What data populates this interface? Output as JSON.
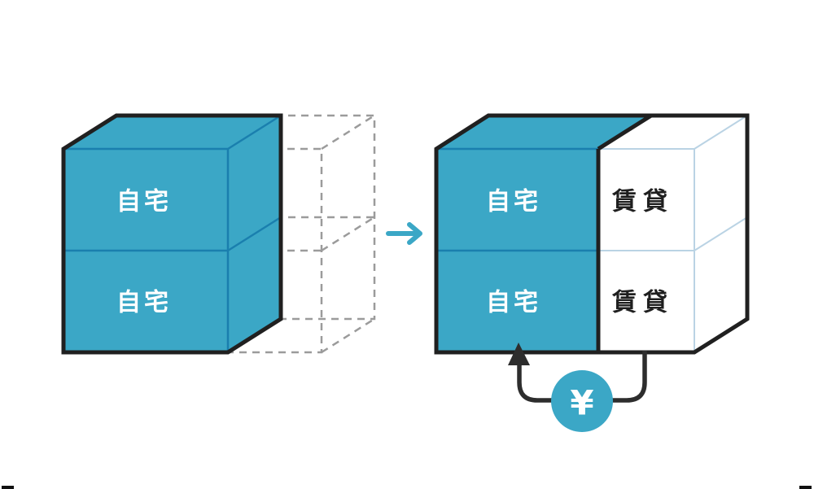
{
  "colors": {
    "teal": "#3BA7C6",
    "teal_divider": "#1A7FAE",
    "light_line": "#BAD3E4",
    "outline": "#202020",
    "dashed_gray": "#9B9B9B",
    "arrow_dark": "#2D2D2D",
    "label_white": "#FFFFFF",
    "label_black": "#1F1F1F"
  },
  "diagram": {
    "before_box": {
      "cells": [
        {
          "label": "自宅"
        },
        {
          "label": "自宅"
        }
      ]
    },
    "after_box": {
      "owned_cells": [
        {
          "label": "自宅"
        },
        {
          "label": "自宅"
        }
      ],
      "rental_cells": [
        {
          "label": "賃貸"
        },
        {
          "label": "賃貸"
        }
      ]
    },
    "yen_badge": {
      "symbol": "¥"
    }
  }
}
